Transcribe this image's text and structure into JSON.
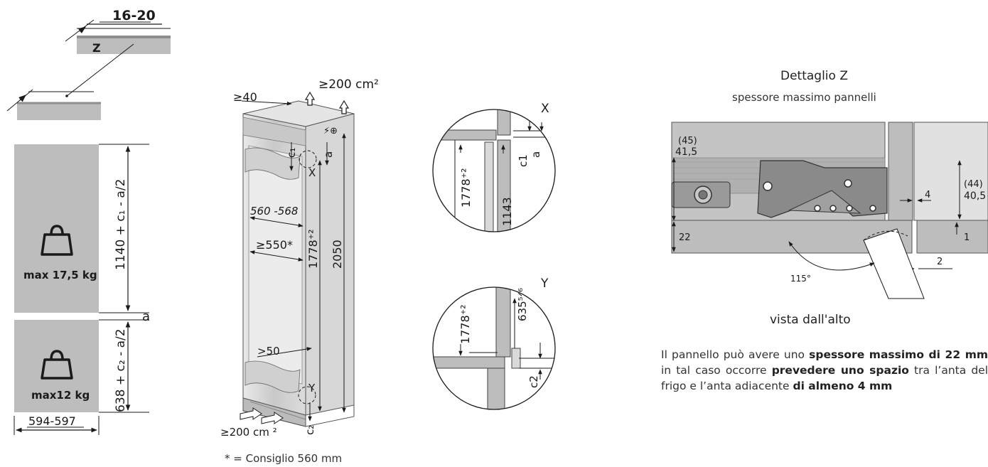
{
  "panel_left": {
    "gap_dim": "16-20",
    "detail_label": "Z",
    "upper_dim": "1140 + c₁ - a/2",
    "lower_dim": "638 + c₂ - a/2",
    "gap_label": "a",
    "upper_weight": "max 17,5 kg",
    "lower_weight": "max12 kg",
    "width_dim": "594-597"
  },
  "cabinet": {
    "vent_top": "≥200 cm²",
    "vent_bottom": "≥200 cm ²",
    "depth_top": "≥40",
    "c1": "c₁",
    "c2": "c₂",
    "a": "a",
    "x_label": "X",
    "y_label": "Y",
    "width_range": "560 -568",
    "min_depth": "≥550*",
    "min_bottom": ">50",
    "h1778": "1778⁺²",
    "h2050": "2050",
    "footnote": "* =  Consiglio 560 mm"
  },
  "detail_x": {
    "label": "X",
    "h1778": "1778⁺²",
    "h1143": "1143",
    "c1": "c1",
    "a": "a"
  },
  "detail_y": {
    "label": "Y",
    "h1778": "1778⁺²",
    "h635": "635⁵ᐟ⁶",
    "c2": "c2"
  },
  "detail_z": {
    "title": "Dettaglio Z",
    "subtitle": "spessore massimo pannelli",
    "dim_45": "(45)",
    "dim_415": "41,5",
    "dim_22": "22",
    "dim_4": "4",
    "dim_44": "(44)",
    "dim_405": "40,5",
    "dim_1": "1",
    "dim_2": "2",
    "angle": "115°",
    "view_caption": "vista dall'alto"
  },
  "description": {
    "p1": "Il pannello può avere uno ",
    "b1": "spessore massimo di 22 mm",
    "p2": " in tal caso occorre ",
    "b2": "prevedere uno spazio",
    "p3": " tra l’anta del frigo e l’anta adiacente ",
    "b3": "di almeno 4 mm"
  }
}
